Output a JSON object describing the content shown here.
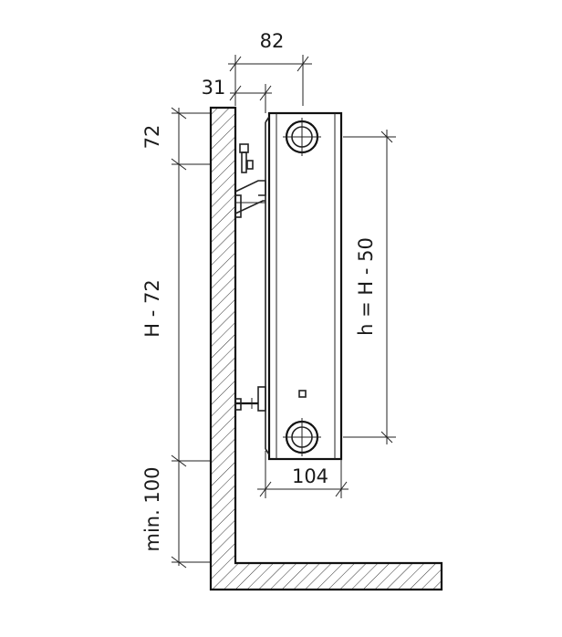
{
  "dimensions": {
    "total_depth": "82",
    "wall_gap": "31",
    "top_offset": "72",
    "height_section": "H - 72",
    "floor_clearance": "min. 100",
    "connection_spacing": "104",
    "pipe_center_height": "h = H - 50"
  },
  "colors": {
    "line": "#222222",
    "hatch": "#333333",
    "background": "#ffffff"
  }
}
